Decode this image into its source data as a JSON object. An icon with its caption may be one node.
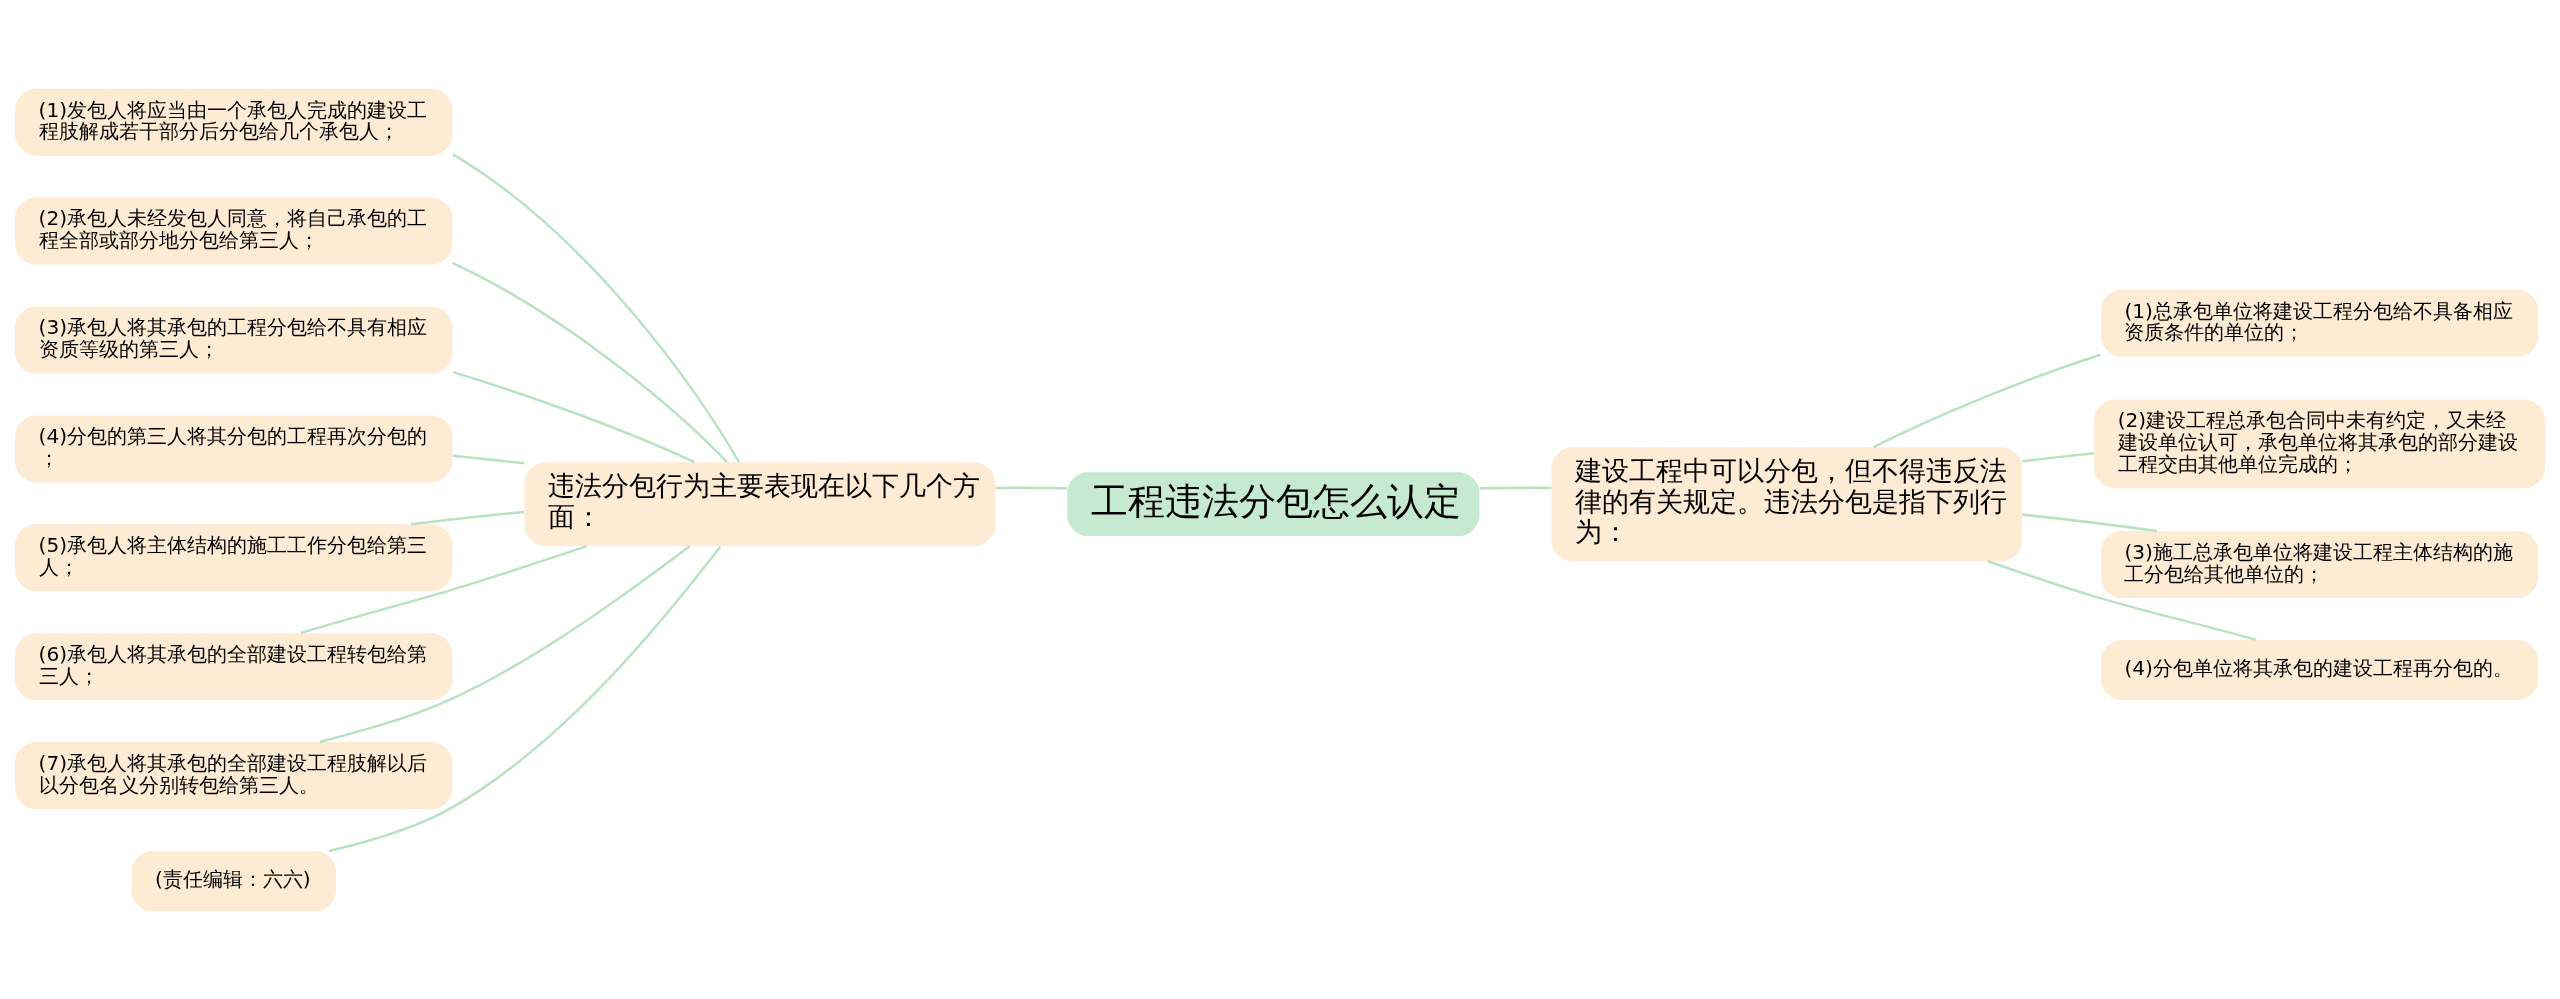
{
  "diagram": {
    "nodes": [
      {
        "text": [
          "工程违法分包怎么认定"
        ]
      },
      {
        "text": [
          "违法分包行为主要表现在以下几个方面："
        ]
      },
      {
        "text": [
          "(1)发包人将应当由一个承包人完成的建设工程肢解成若干部分后分包给几个承包人；"
        ]
      },
      {
        "text": [
          "(2)承包人未经发包人同意，将自己承包的工程全部或部分地分包给第三人；"
        ]
      },
      {
        "text": [
          "(3)承包人将其承包的工程分包给不具有相应资质等级的第三人；"
        ]
      },
      {
        "text": [
          "(4)分包的第三人将其分包的工程再次分包的；"
        ]
      },
      {
        "text": [
          "(5)承包人将主体结构的施工工作分包给第三人；"
        ]
      },
      {
        "text": [
          "(6)承包人将其承包的全部建设工程转包给第三人；"
        ]
      },
      {
        "text": [
          "(7)承包人将其承包的全部建设工程肢解以后以分包名义分别转包给第三人。"
        ]
      },
      {
        "text": [
          "(责任编辑：六六)"
        ]
      },
      {
        "text": [
          "建设工程中可以分包，但不得违反法律的有关规定。违法分包是指下列行为："
        ]
      },
      {
        "text": [
          "(1)总承包单位将建设工程分包给不具备相应资质条件的单位的；"
        ]
      },
      {
        "text": [
          "(2)建设工程总承包合同中未有约定，又未经建设单位认可，承包单位将其承包的部分建设工程交由其他单位完成的；"
        ]
      },
      {
        "text": [
          "(3)施工总承包单位将建设工程主体结构的施工分包给其他单位的；"
        ]
      },
      {
        "text": [
          "(4)分包单位将其承包的建设工程再分包的。"
        ]
      }
    ],
    "edges": [
      {
        "from": 0,
        "to": 1,
        "arrow": "none"
      },
      {
        "from": 1,
        "to": 2,
        "arrow": "none"
      },
      {
        "from": 1,
        "to": 3,
        "arrow": "none"
      },
      {
        "from": 1,
        "to": 4,
        "arrow": "none"
      },
      {
        "from": 1,
        "to": 5,
        "arrow": "none"
      },
      {
        "from": 1,
        "to": 6,
        "arrow": "none"
      },
      {
        "from": 1,
        "to": 7,
        "arrow": "none"
      },
      {
        "from": 1,
        "to": 8,
        "arrow": "none"
      },
      {
        "from": 1,
        "to": 9,
        "arrow": "none"
      },
      {
        "from": 0,
        "to": 10,
        "arrow": "none"
      },
      {
        "from": 10,
        "to": 11,
        "arrow": "none"
      },
      {
        "from": 10,
        "to": 12,
        "arrow": "none"
      },
      {
        "from": 10,
        "to": 13,
        "arrow": "none"
      },
      {
        "from": 10,
        "to": 14,
        "arrow": "none"
      }
    ]
  }
}
